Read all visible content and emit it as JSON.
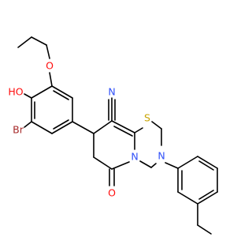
{
  "molecule": {
    "atoms": {
      "ethoxy_o": {
        "label": "O",
        "color": "#ff0d0d"
      },
      "hydroxyl": {
        "label": "HO",
        "color": "#ff0d0d"
      },
      "bromine": {
        "label": "Br",
        "color": "#a62929"
      },
      "nitrile_n": {
        "label": "N",
        "color": "#3050f8"
      },
      "ring_s": {
        "label": "S",
        "color": "#c8a400"
      },
      "ring_n1": {
        "label": "N",
        "color": "#3050f8"
      },
      "ring_n2": {
        "label": "N",
        "color": "#3050f8"
      },
      "carbonyl_o": {
        "label": "O",
        "color": "#ff0d0d"
      }
    }
  }
}
